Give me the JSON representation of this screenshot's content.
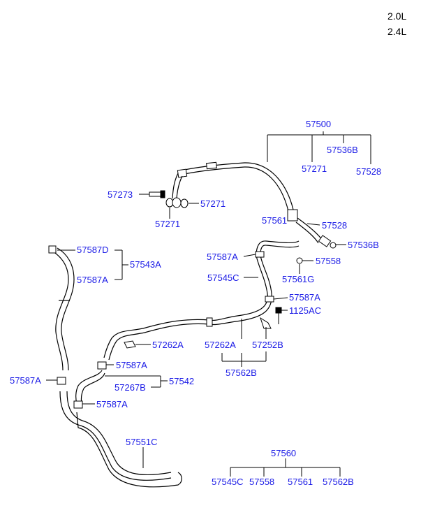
{
  "engines": [
    "2.0L",
    "2.4L"
  ],
  "labels": {
    "l57500": "57500",
    "l57536B_a": "57536B",
    "l57271_a": "57271",
    "l57528_a": "57528",
    "l57273": "57273",
    "l57271_b": "57271",
    "l57271_c": "57271",
    "l57561_a": "57561",
    "l57528_b": "57528",
    "l57536B_b": "57536B",
    "l57587A_a": "57587A",
    "l57558": "57558",
    "l57545C": "57545C",
    "l57561G": "57561G",
    "l57587A_b": "57587A",
    "l1125AC": "1125AC",
    "l57587D": "57587D",
    "l57543A": "57543A",
    "l57587A_c": "57587A",
    "l57262A_a": "57262A",
    "l57262A_b": "57262A",
    "l57252B": "57252B",
    "l57562B_a": "57562B",
    "l57587A_d": "57587A",
    "l57587A_e": "57587A",
    "l57267B": "57267B",
    "l57542": "57542",
    "l57587A_f": "57587A",
    "l57551C": "57551C",
    "l57560": "57560",
    "l57545C_b": "57545C",
    "l57558_b": "57558",
    "l57561_b": "57561",
    "l57562B_b": "57562B"
  }
}
